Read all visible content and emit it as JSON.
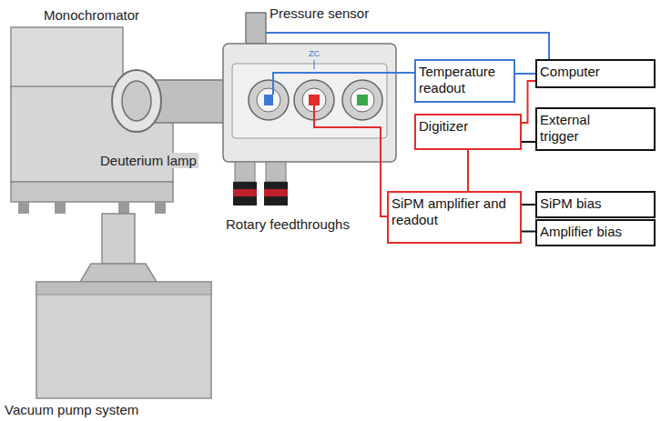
{
  "diagram": {
    "nodes": [
      {
        "text": [
          "Temperature readout"
        ]
      },
      {
        "text": [
          "Computer"
        ]
      },
      {
        "text": [
          "Digitizer"
        ]
      },
      {
        "text": [
          "External trigger"
        ]
      },
      {
        "text": [
          "SiPM amplifier and readout"
        ]
      },
      {
        "text": [
          "SiPM bias"
        ]
      },
      {
        "text": [
          "Amplifier bias"
        ]
      }
    ],
    "edges": [
      {
        "from": 0,
        "to": 1,
        "arrow": "none"
      },
      {
        "from": 2,
        "to": 1,
        "arrow": "none"
      },
      {
        "from": 2,
        "to": 3,
        "arrow": "none"
      },
      {
        "from": 2,
        "to": 4,
        "arrow": "none"
      },
      {
        "from": 4,
        "to": 5,
        "arrow": "none"
      },
      {
        "from": 4,
        "to": 6,
        "arrow": "none"
      }
    ],
    "labels": [
      "Pressure sensor",
      "Monochromator",
      "ZC",
      "Deuterium lamp",
      "Rotary feedthroughs",
      "Vacuum pump system"
    ]
  }
}
